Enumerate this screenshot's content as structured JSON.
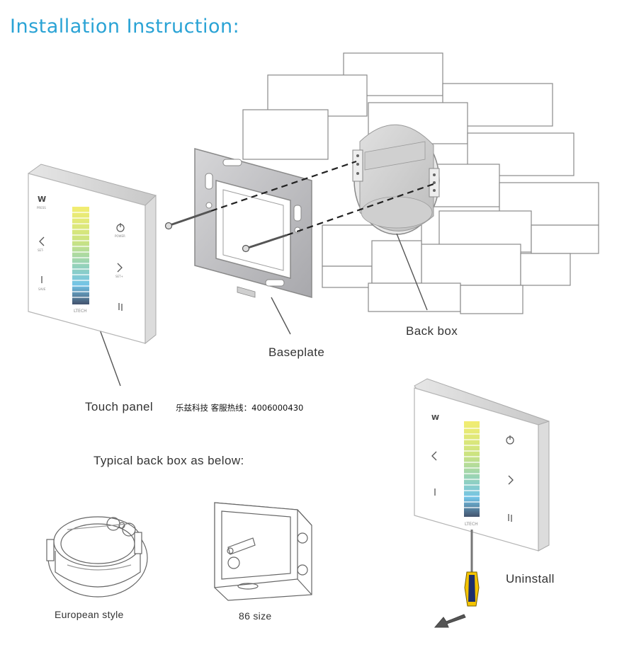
{
  "title": "Installation Instruction:",
  "labels": {
    "touch_panel": "Touch panel",
    "baseplate": "Baseplate",
    "back_box": "Back box",
    "typical": "Typical back box as below:",
    "european": "European style",
    "size86": "86 size",
    "uninstall": "Uninstall"
  },
  "hotline": "乐兹科技 客服热线：4006000430",
  "panel": {
    "brand": "LTECH",
    "w_key": "W",
    "w_caption": "PRESS",
    "power_caption": "POWER",
    "minus_caption": "SET-",
    "plus_caption": "SET+",
    "save_caption": "SAVE"
  },
  "colors": {
    "title": "#2aa3d5",
    "label": "#333333",
    "screwdriver_yellow": "#f4c400",
    "screwdriver_blue": "#1d2e6b",
    "arrow": "#555555"
  }
}
